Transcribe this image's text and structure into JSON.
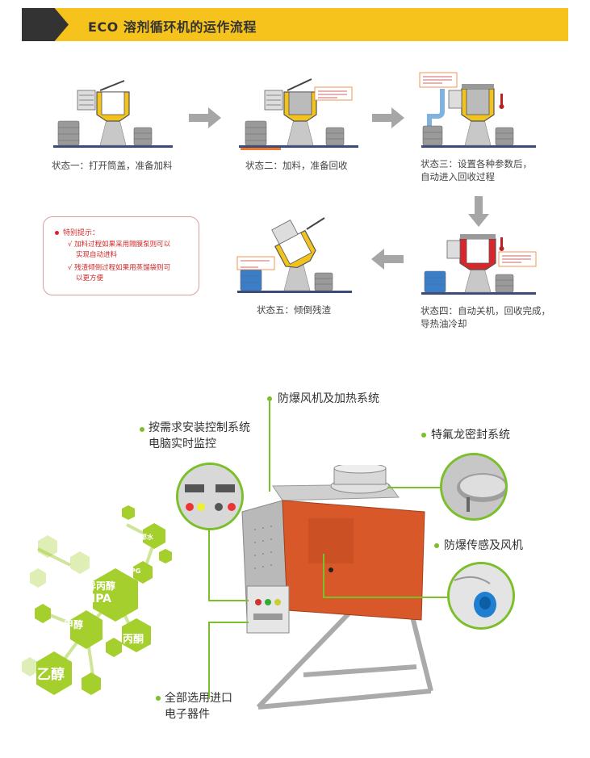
{
  "header": {
    "title": "ECO 溶剂循环机的运作流程"
  },
  "stages": [
    {
      "caption_lines": [
        "状态一：打开筒盖，准备加料"
      ]
    },
    {
      "caption_lines": [
        "状态二：加料，准备回收"
      ]
    },
    {
      "caption_lines": [
        "状态三：设置各种参数后，",
        "自动进入回收过程"
      ]
    },
    {
      "caption_lines": [
        "状态四：自动关机，回收完成，",
        "导热油冷却"
      ]
    },
    {
      "caption_lines": [
        "状态五：倾倒残渣"
      ]
    }
  ],
  "tips": {
    "title": "特别提示：",
    "lines": [
      "√ 加料过程如果采用隔膜泵则可以",
      "实现自动进料",
      "√ 残渣倾倒过程如果用蒸馏袋则可",
      "以更方便"
    ]
  },
  "callouts": {
    "explosion_fan_heating": "防爆风机及加热系统",
    "control_system": [
      "按需求安装控制系统",
      "电脑实时监控"
    ],
    "ptfe_seal": "特氟龙密封系统",
    "sensor_fan": "防爆传感及风机",
    "imported_parts": [
      "全部选用进口",
      "电子器件"
    ]
  },
  "solvents": {
    "ethanol": "乙醇",
    "methanol": "甲醇",
    "ipa_cn": "异丙醇",
    "ipa_en": "IPA",
    "acetone": "丙酮",
    "ppg": "PPG",
    "turpentine": "天那水"
  },
  "colors": {
    "banner": "#f6c21c",
    "banner_dark": "#333333",
    "accent_green": "#7bbf2a",
    "tank_yellow": "#f2c31d",
    "tank_red": "#d8262b",
    "machine_orange": "#d9582a",
    "drum_blue": "#3a7dc8",
    "tip_red": "#d02828"
  }
}
